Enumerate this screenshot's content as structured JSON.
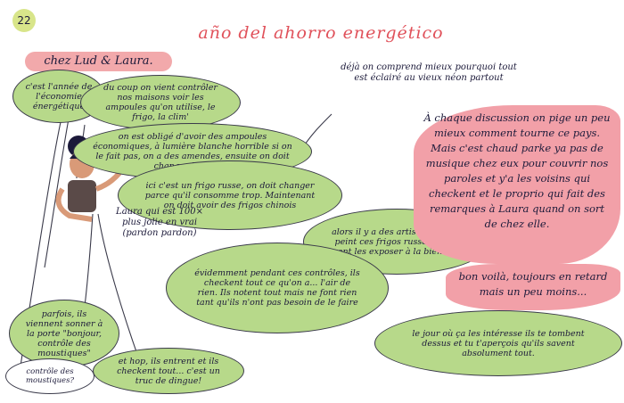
{
  "page_number": "22",
  "title": "año del ahorro energético",
  "tag": "chez Lud & Laura.",
  "bubbles": {
    "b1": "c'est l'année de l'économie énergétique",
    "b2": "du coup on vient contrôler nos maisons voir les ampoules qu'on utilise, le frigo, la clim'",
    "b3": "on est obligé d'avoir des ampoules économiques, à lumière blanche horrible si on le fait pas, on a des amendes, ensuite on doit changer les frigos",
    "b4": "ici c'est un frigo russe, on doit changer parce qu'il consomme trop. Maintenant on doit avoir des frigos chinois",
    "b5": "alors il y a des artistes qui ont peint ces frigos russes et qui vont les exposer à la biennale",
    "b6": "évidemment pendant ces contrôles, ils checkent tout ce qu'on a... l'air de rien. Ils notent tout mais ne font rien tant qu'ils n'ont pas besoin de le faire",
    "b7": "parfois, ils viennent sonner à la porte \"bonjour, contrôle des moustiques\"",
    "b8": "et hop, ils entrent et ils checkent tout... c'est un truc de dingue!",
    "b9": "le jour où ça les intéresse ils te tombent dessus et tu t'aperçois qu'ils savent absolument tout.",
    "b10": "contrôle des moustiques?"
  },
  "notes": {
    "neon": "déjà on comprend mieux pourquoi tout est éclairé au vieux néon partout",
    "laura": "Laura qui est 100× plus jolie en vrai (pardon pardon)"
  },
  "pink_text": {
    "big": "À chaque discussion on pige un peu mieux comment tourne ce pays. Mais c'est chaud parke ya pas de musique chez eux pour couvrir nos paroles et y'a les voisins qui checkent et le proprio qui fait des remarques à Laura quand on sort de chez elle.",
    "small": "bon voilà, toujours en retard mais un peu moins..."
  },
  "colors": {
    "green": "#b7d98a",
    "pink": "#f2a0a8",
    "title": "#e0515a",
    "page_badge": "#d8e58a",
    "ink": "#1c1a3a"
  }
}
